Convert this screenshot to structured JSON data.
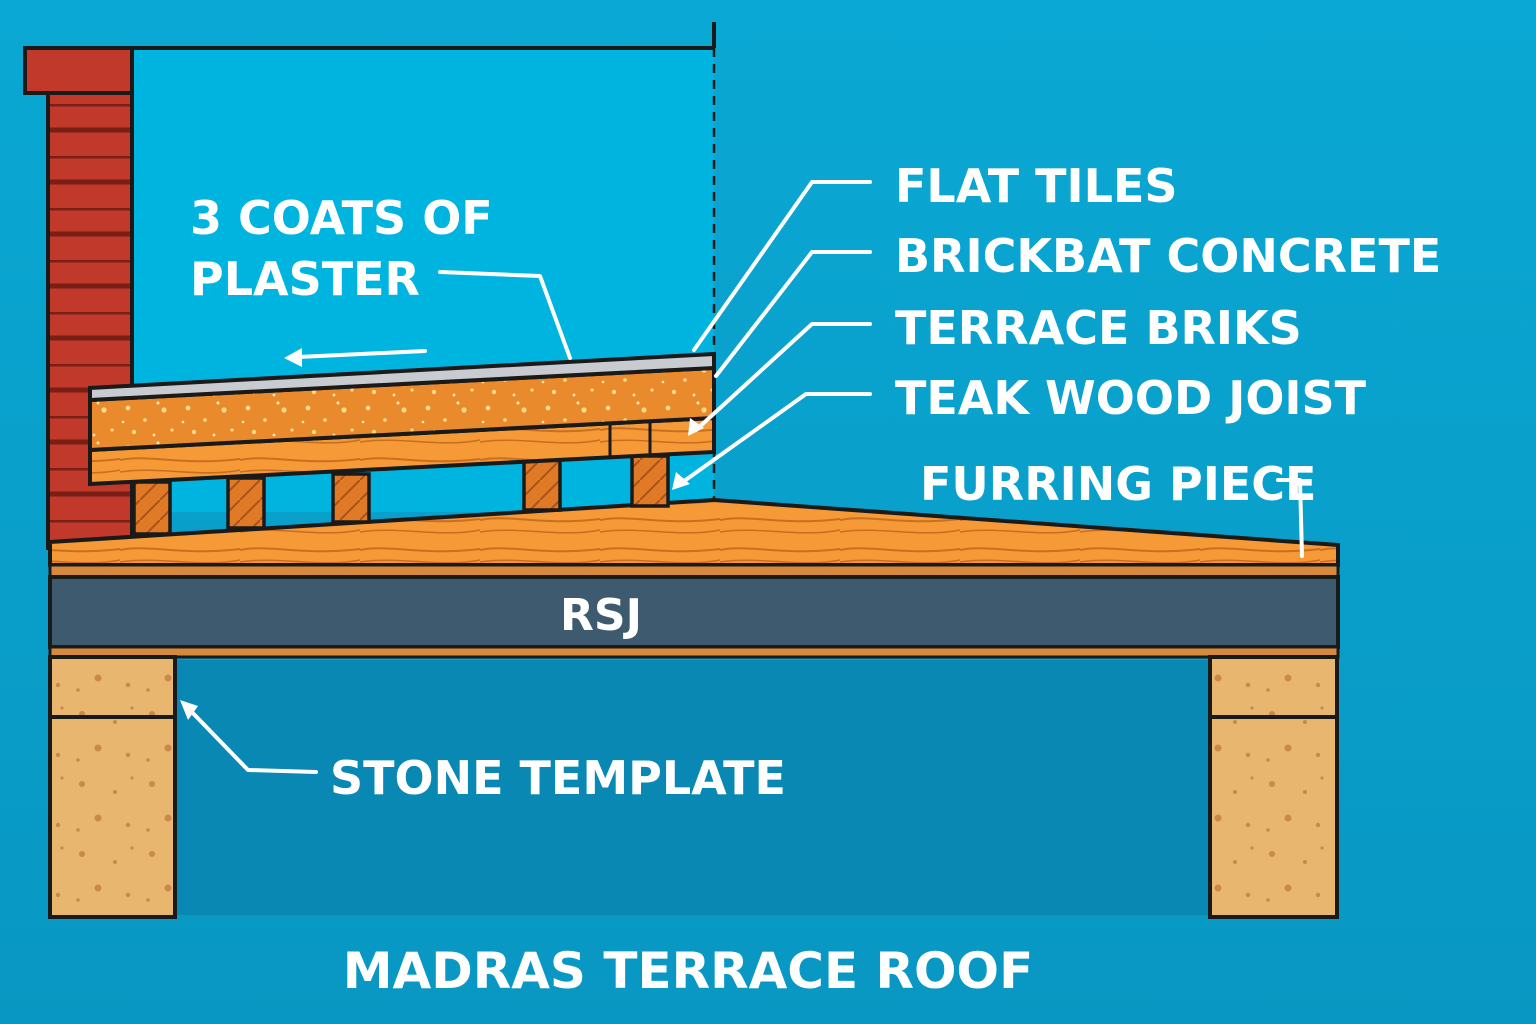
{
  "title": "MADRAS TERRACE ROOF",
  "labels": {
    "plaster_line1": "3 COATS OF",
    "plaster_line2": "PLASTER",
    "flat_tiles": "FLAT TILES",
    "brickbat_concrete": "BRICKBAT CONCRETE",
    "terrace_briks": "TERRACE BRIKS",
    "teak_wood_joist": "TEAK WOOD JOIST",
    "furring_piece": "FURRING PIECE",
    "rsj": "RSJ",
    "stone_template": "STONE TEMPLATE"
  },
  "colors": {
    "background": "#0aa3cf",
    "wall_face": "#00b4e0",
    "brick": "#c0392b",
    "mortar": "#7a1f16",
    "tile": "#c8ccd0",
    "concrete": "#e98a2c",
    "concrete_speckle": "#ffd98a",
    "timber": "#f59a36",
    "timber_dark": "#b25d18",
    "rsj": "#3d5a6e",
    "stone": "#e8b66f",
    "stone_speckle": "#b9793a",
    "outline": "#1a1a1a"
  }
}
